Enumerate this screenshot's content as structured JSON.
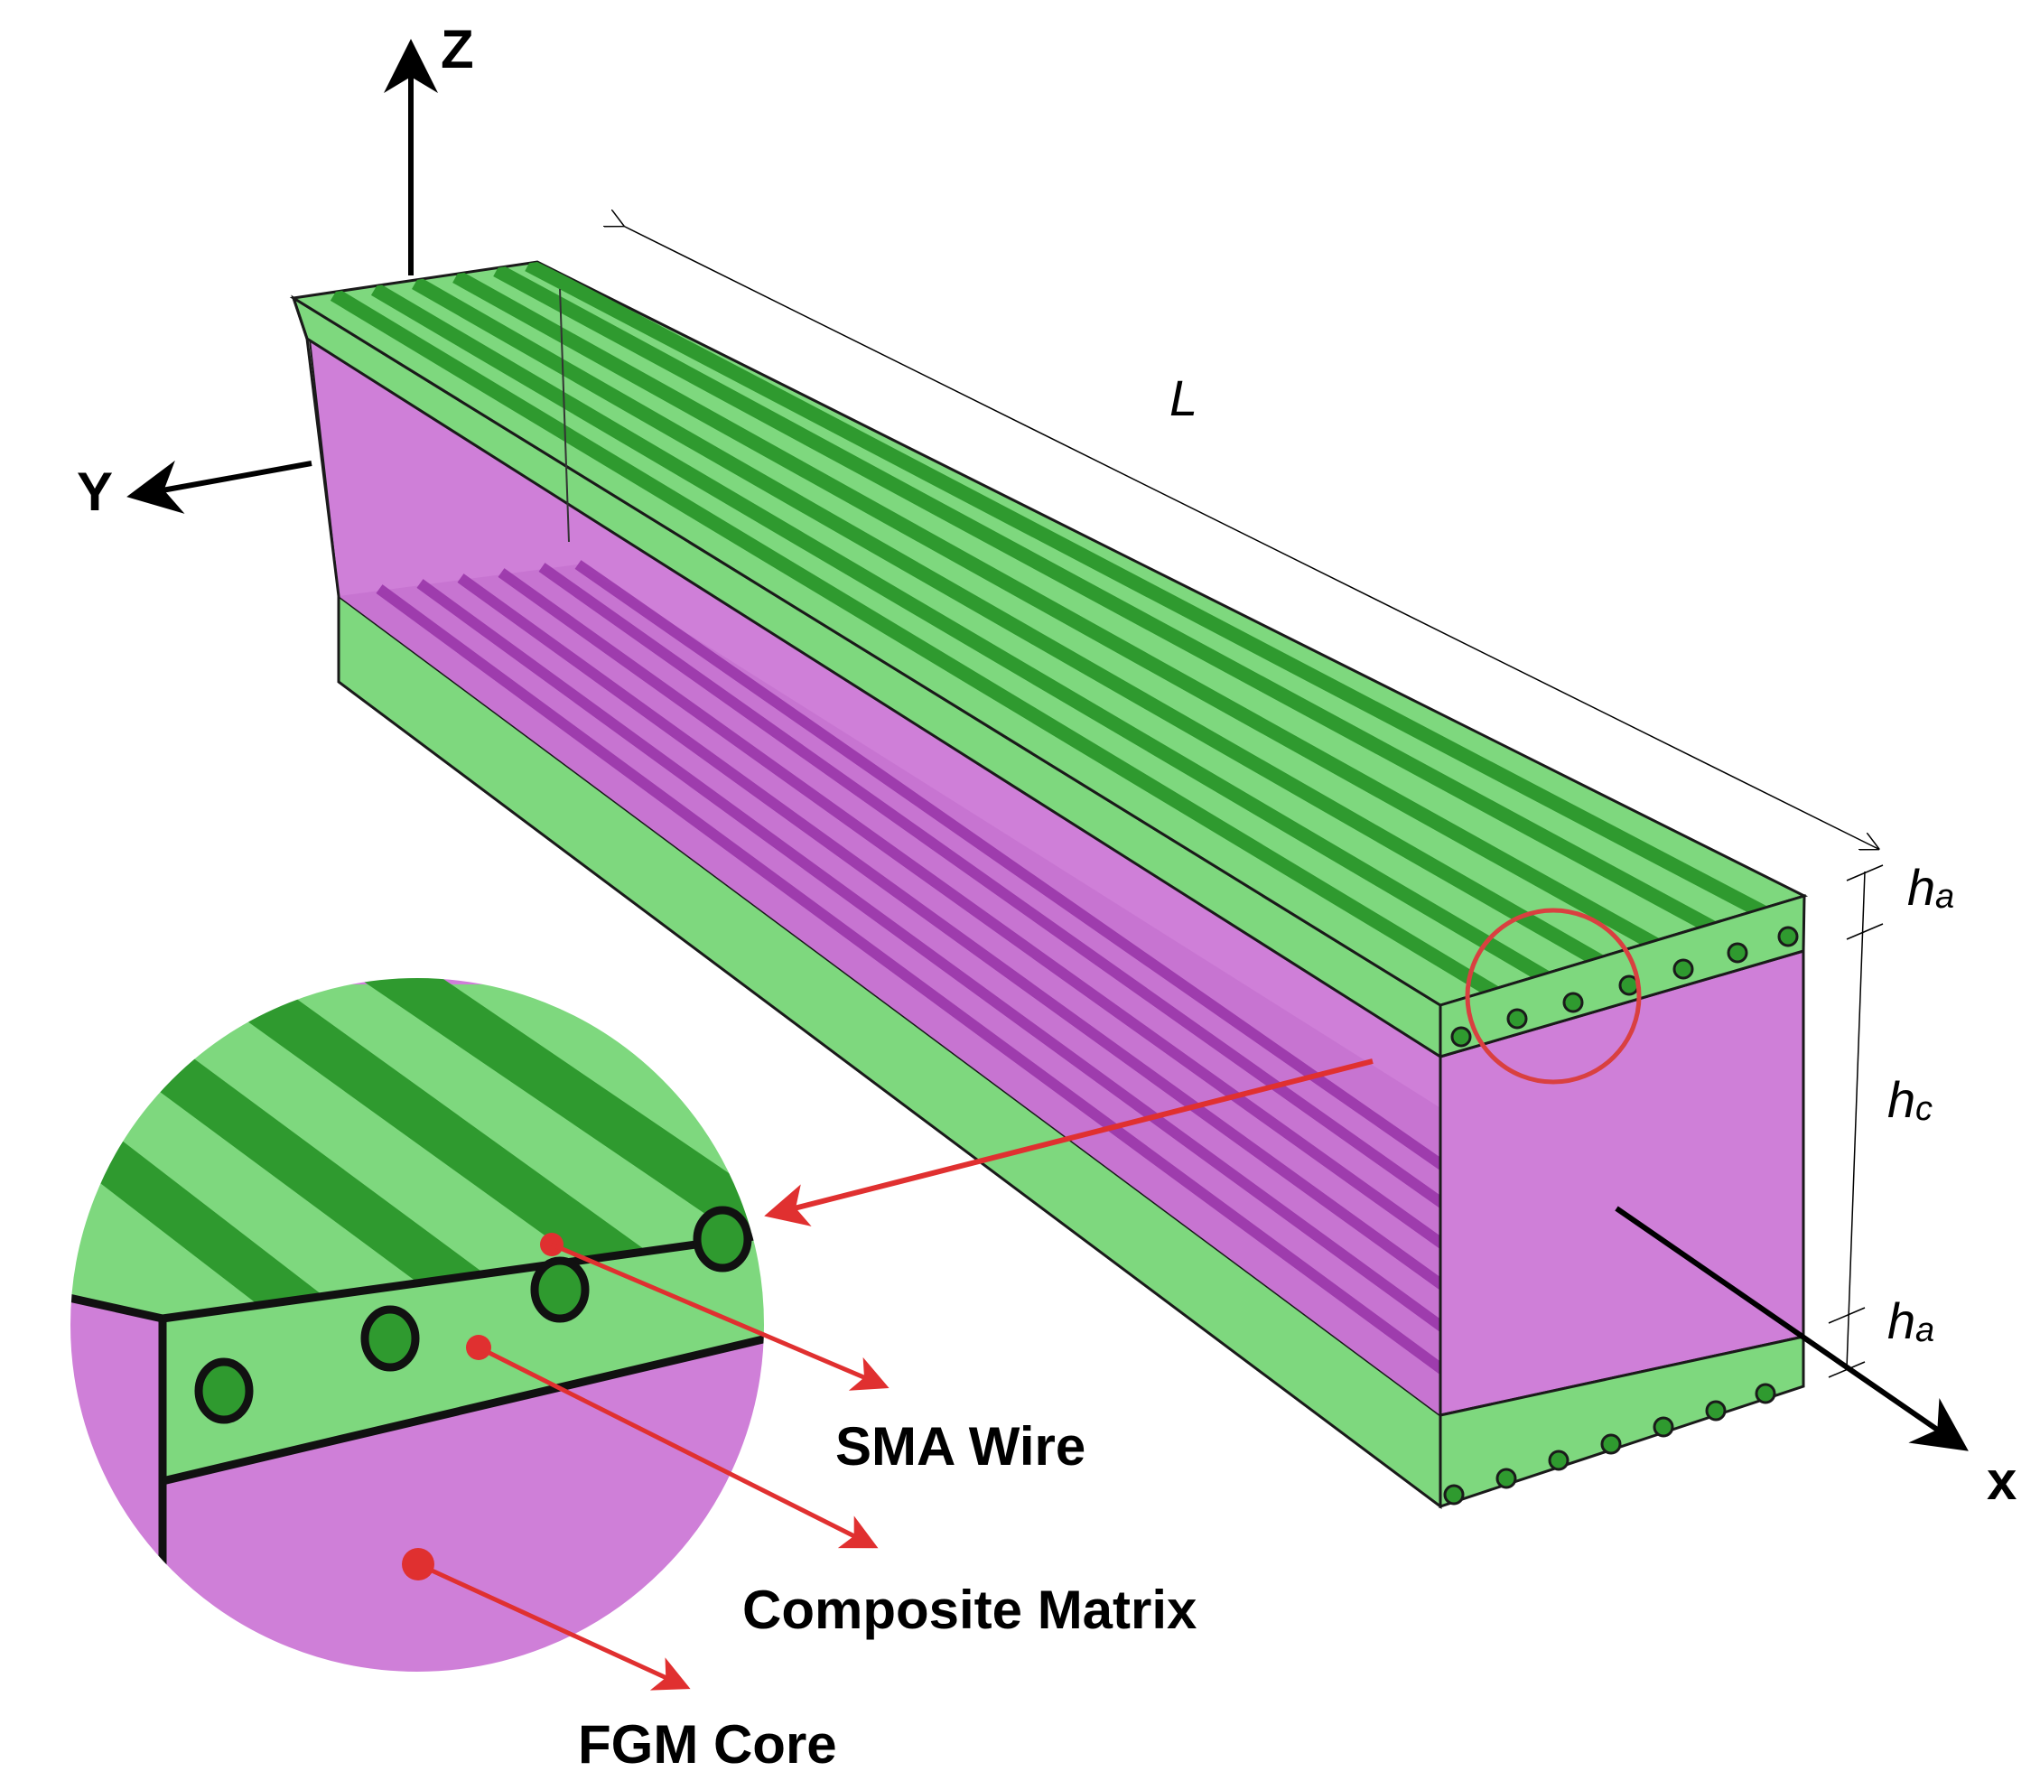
{
  "axes": {
    "z": "Z",
    "y": "Y",
    "x": "x"
  },
  "dimensions": {
    "length": "L",
    "top_face": {
      "base": "h",
      "sub": "a"
    },
    "core": {
      "base": "h",
      "sub": "c"
    },
    "bottom_face": {
      "base": "h",
      "sub": "a"
    }
  },
  "callouts": {
    "sma_wire": "SMA Wire",
    "composite_matrix": "Composite Matrix",
    "fgm_core": "FGM Core"
  },
  "colors": {
    "face_green": "#7ed87e",
    "stripe_green": "#2f9a2f",
    "core_magenta": "#cf7fd8",
    "core_stripe": "#a33fb0",
    "arrow_red": "#e03030"
  }
}
